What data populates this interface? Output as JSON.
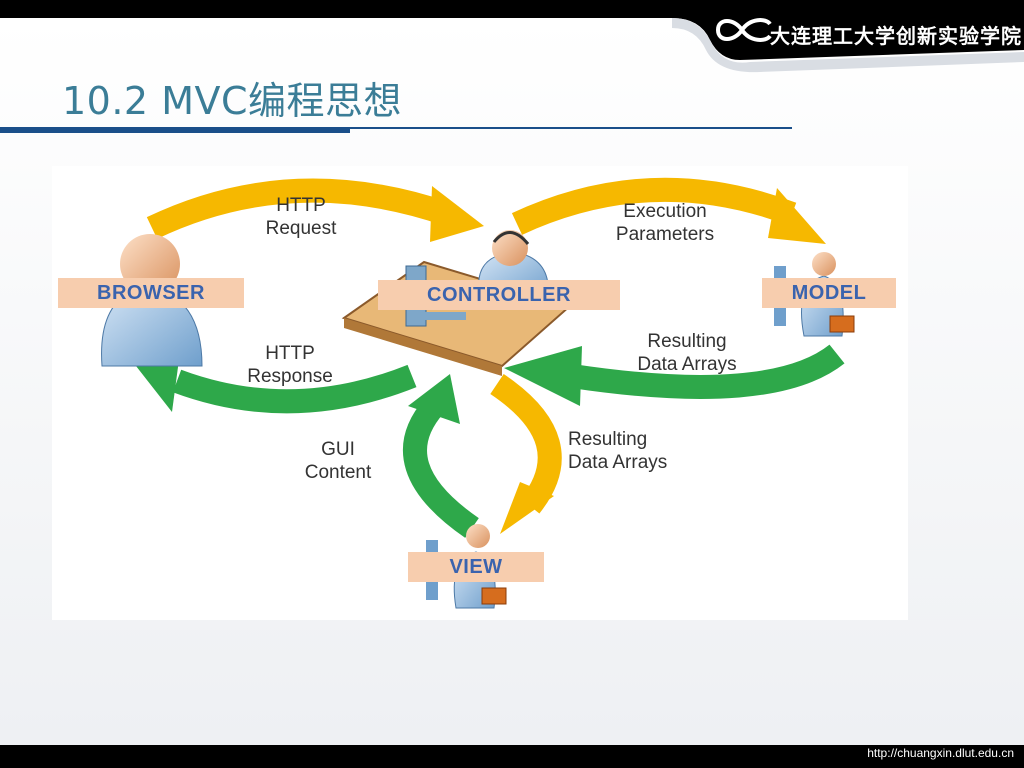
{
  "slide": {
    "title": "10.2 MVC编程思想",
    "logo_text": "大连理工大学创新实验学院",
    "footer_url": "http://chuangxin.dlut.edu.cn",
    "colors": {
      "title": "#3b7d97",
      "accent_blue": "#1a4f8a",
      "yellow_arrow": "#f6b800",
      "green_arrow": "#2ea84a",
      "tag_bg": "#f7cdae",
      "tag_text": "#3a63ae"
    }
  },
  "diagram": {
    "nodes": {
      "browser": "BROWSER",
      "controller": "CONTROLLER",
      "model": "MODEL",
      "view": "VIEW"
    },
    "arrows": {
      "http_request": "HTTP\nRequest",
      "execution_parameters": "Execution\nParameters",
      "resulting_data_arrays_model": "Resulting\nData Arrays",
      "http_response": "HTTP\nResponse",
      "gui_content": "GUI\nContent",
      "resulting_data_arrays_view": "Resulting\nData Arrays"
    }
  }
}
